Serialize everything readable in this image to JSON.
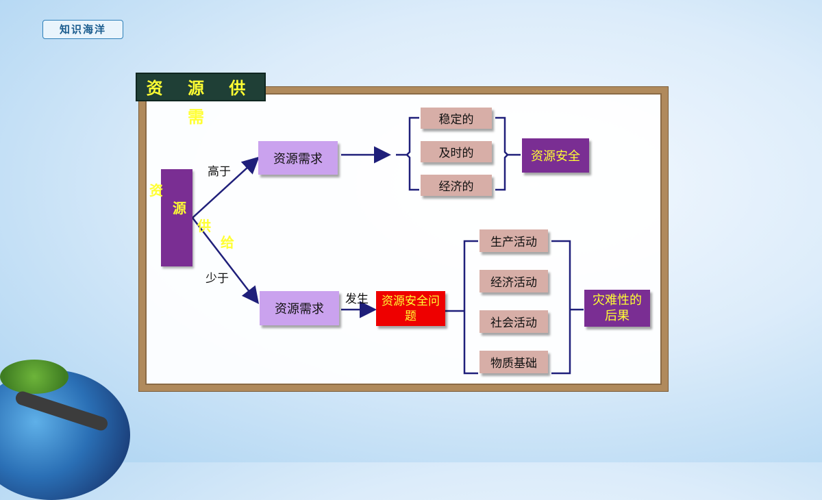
{
  "badge": "知识海洋",
  "frame_title": "资 源 供 需",
  "supply_chars": [
    "资",
    "源",
    "供",
    "给"
  ],
  "branch_labels": {
    "higher": "高于",
    "lower": "少于",
    "occur": "发生"
  },
  "upper": {
    "demand": "资源需求",
    "attributes": [
      "稳定的",
      "及时的",
      "经济的"
    ],
    "result": "资源安全"
  },
  "lower": {
    "demand": "资源需求",
    "problem": "资源安全问题",
    "activities": [
      "生产活动",
      "经济活动",
      "社会活动",
      "物质基础"
    ],
    "result": "灾难性的后果"
  },
  "colors": {
    "line": "#1f1f7a",
    "lavender": "#caa2ee",
    "pink": "#d7aea7",
    "purple": "#7a2e93",
    "red": "#ee0000",
    "yellow_text": "#ffff33"
  }
}
